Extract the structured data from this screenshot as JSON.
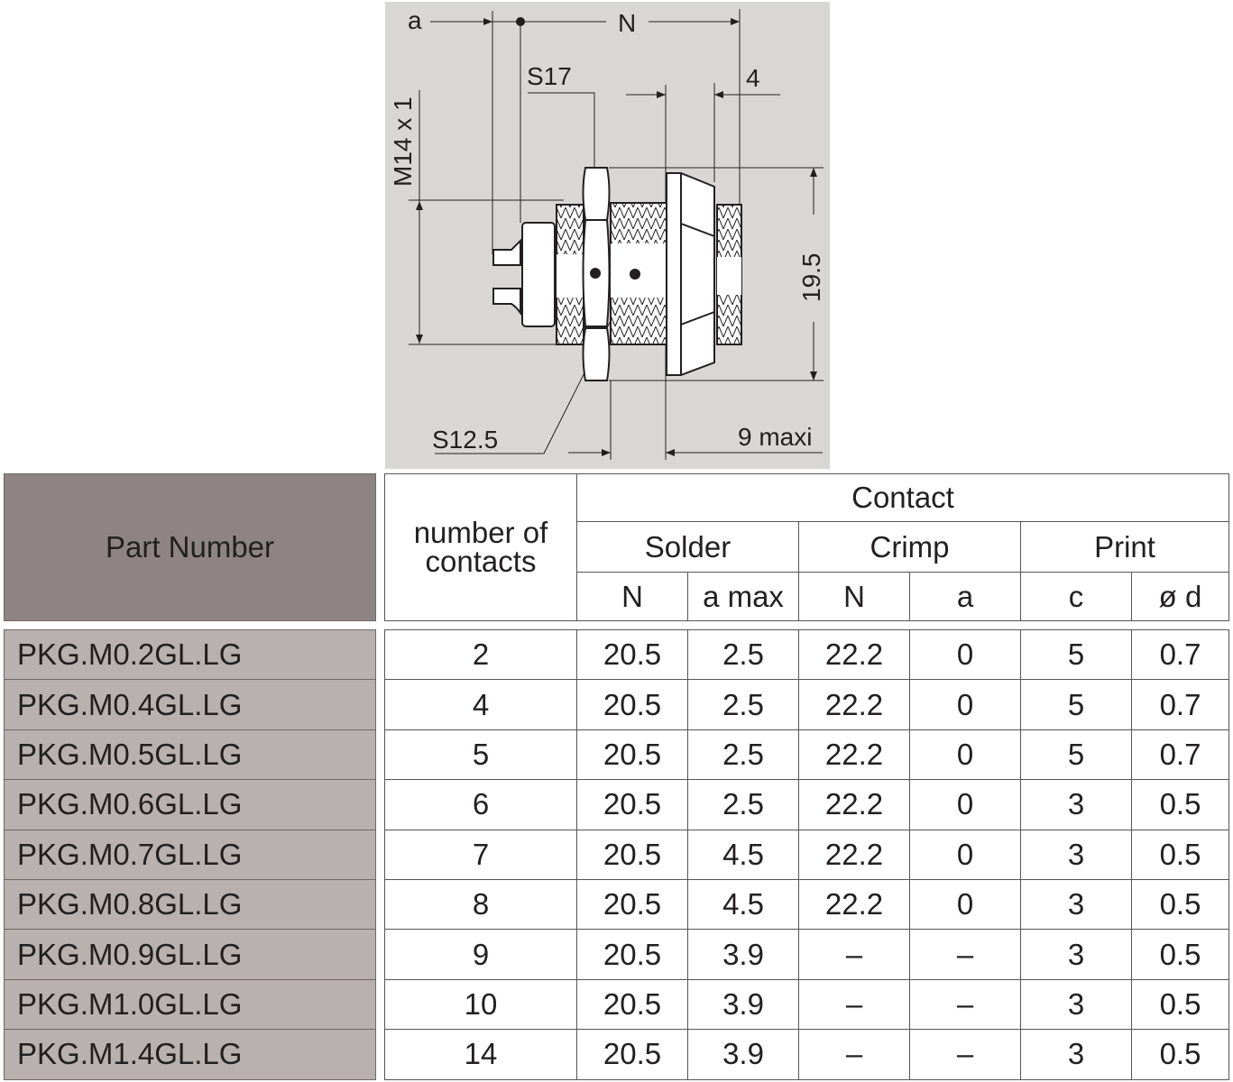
{
  "diagram": {
    "labels": {
      "a": "a",
      "n": "N",
      "s17": "S17",
      "four": "4",
      "thread": "M14 x 1",
      "height": "19.5",
      "s12_5": "S12.5",
      "maxi": "9 maxi"
    }
  },
  "table": {
    "headers": {
      "part_number": "Part Number",
      "contacts_line1": "number of",
      "contacts_line2": "contacts",
      "contact": "Contact",
      "solder": "Solder",
      "crimp": "Crimp",
      "print": "Print",
      "solder_n": "N",
      "solder_amax": "a max",
      "crimp_n": "N",
      "crimp_a": "a",
      "print_c": "c",
      "print_d": "ø d"
    },
    "rows": [
      {
        "part": "PKG.M0.2GL.LG",
        "contacts": "2",
        "solder_n": "20.5",
        "solder_amax": "2.5",
        "crimp_n": "22.2",
        "crimp_a": "0",
        "print_c": "5",
        "print_d": "0.7"
      },
      {
        "part": "PKG.M0.4GL.LG",
        "contacts": "4",
        "solder_n": "20.5",
        "solder_amax": "2.5",
        "crimp_n": "22.2",
        "crimp_a": "0",
        "print_c": "5",
        "print_d": "0.7"
      },
      {
        "part": "PKG.M0.5GL.LG",
        "contacts": "5",
        "solder_n": "20.5",
        "solder_amax": "2.5",
        "crimp_n": "22.2",
        "crimp_a": "0",
        "print_c": "5",
        "print_d": "0.7"
      },
      {
        "part": "PKG.M0.6GL.LG",
        "contacts": "6",
        "solder_n": "20.5",
        "solder_amax": "2.5",
        "crimp_n": "22.2",
        "crimp_a": "0",
        "print_c": "3",
        "print_d": "0.5"
      },
      {
        "part": "PKG.M0.7GL.LG",
        "contacts": "7",
        "solder_n": "20.5",
        "solder_amax": "4.5",
        "crimp_n": "22.2",
        "crimp_a": "0",
        "print_c": "3",
        "print_d": "0.5"
      },
      {
        "part": "PKG.M0.8GL.LG",
        "contacts": "8",
        "solder_n": "20.5",
        "solder_amax": "4.5",
        "crimp_n": "22.2",
        "crimp_a": "0",
        "print_c": "3",
        "print_d": "0.5"
      },
      {
        "part": "PKG.M0.9GL.LG",
        "contacts": "9",
        "solder_n": "20.5",
        "solder_amax": "3.9",
        "crimp_n": "–",
        "crimp_a": "–",
        "print_c": "3",
        "print_d": "0.5"
      },
      {
        "part": "PKG.M1.0GL.LG",
        "contacts": "10",
        "solder_n": "20.5",
        "solder_amax": "3.9",
        "crimp_n": "–",
        "crimp_a": "–",
        "print_c": "3",
        "print_d": "0.5"
      },
      {
        "part": "PKG.M1.4GL.LG",
        "contacts": "14",
        "solder_n": "20.5",
        "solder_amax": "3.9",
        "crimp_n": "–",
        "crimp_a": "–",
        "print_c": "3",
        "print_d": "0.5"
      }
    ]
  }
}
